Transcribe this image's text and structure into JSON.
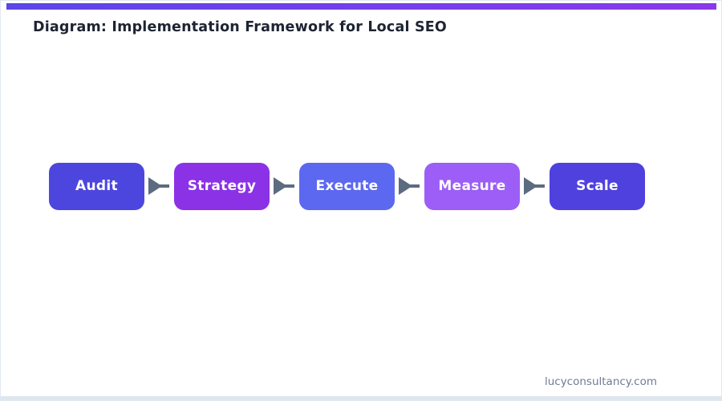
{
  "page": {
    "title": "Diagram: Implementation Framework for Local SEO",
    "footer": "lucyconsultancy.com"
  },
  "colors": {
    "accent_start": "#5b46e8",
    "accent_end": "#8a39e9",
    "title_text": "#1d2433",
    "footer_text": "#6e7c97",
    "arrow": "#5d6b80",
    "bottom_strip": "#dfe6ee",
    "page_border": "#e3e8f1",
    "box_text": "#ffffff"
  },
  "diagram": {
    "type": "flowchart",
    "direction": "left-to-right",
    "connector": "arrow-right",
    "steps": [
      {
        "label": "Audit",
        "color": "#4d46de"
      },
      {
        "label": "Strategy",
        "color": "#8b32e6"
      },
      {
        "label": "Execute",
        "color": "#5d68f0"
      },
      {
        "label": "Measure",
        "color": "#9c5ef6"
      },
      {
        "label": "Scale",
        "color": "#4f41dd"
      }
    ]
  }
}
